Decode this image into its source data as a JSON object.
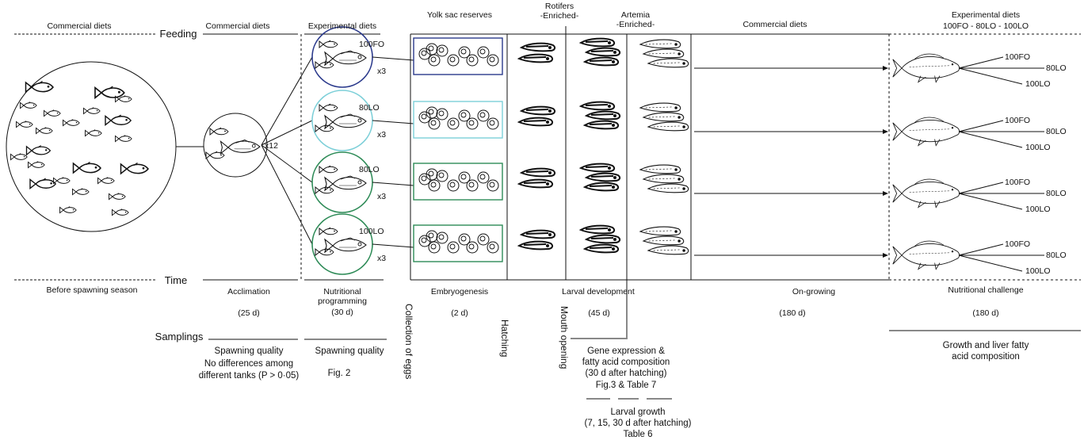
{
  "left": {
    "commercial_diets_1": "Commercial diets",
    "feeding": "Feeding",
    "commercial_diets_2": "Commercial diets",
    "experimental_diets": "Experimental diets",
    "time": "Time",
    "before_spawning": "Before spawning season",
    "acclimation": "Acclimation",
    "acclimation_days": "(25 d)",
    "nutritional_programming": "Nutritional programming",
    "programming_days": "(30 d)",
    "x12": "x12",
    "tank_labels": [
      "100FO",
      "80LO",
      "80LO",
      "100LO"
    ],
    "replicates": [
      "x3",
      "x3",
      "x3",
      "x3"
    ]
  },
  "samplings": {
    "title": "Samplings",
    "spawning_quality_1": "Spawning quality",
    "no_differences_1": "No differences among",
    "no_differences_2": "different tanks (P > 0·05)",
    "spawning_quality_2": "Spawning quality",
    "fig2": "Fig. 2"
  },
  "stages": {
    "yolk_sac": "Yolk sac reserves",
    "rotifers": "Rotifers",
    "rotifers_enriched": "-Enriched-",
    "artemia": "Artemia",
    "artemia_enriched": "-Enriched-",
    "commercial_diets": "Commercial diets",
    "experimental_diets": "Experimental diets",
    "experimental_groups": "100FO - 80LO - 100LO"
  },
  "phases": {
    "embryogenesis": "Embryogenesis",
    "embryo_days": "(2 d)",
    "larval_development": "Larval development",
    "larval_days": "(45 d)",
    "on_growing": "On-growing",
    "ongrowing_days": "(180 d)",
    "nutritional_challenge": "Nutritional challenge",
    "challenge_days": "(180 d)"
  },
  "events": {
    "collection_of_eggs": "Collection of eggs",
    "hatching": "Hatching",
    "mouth_opening": "Mouth opening"
  },
  "outputs": {
    "gene_expression_1": "Gene expression &",
    "gene_expression_2": "fatty acid composition",
    "gene_expression_3": "(30 d after hatching)",
    "gene_expression_4": "Fig.3 & Table 7",
    "larval_growth_1": "Larval growth",
    "larval_growth_2": "(7, 15, 30 d after hatching)",
    "larval_growth_3": "Table 6",
    "growth_liver_1": "Growth and liver fatty",
    "growth_liver_2": "acid composition"
  },
  "challenge_rows": [
    [
      "100FO",
      "80LO",
      "100LO"
    ],
    [
      "100FO",
      "80LO",
      "100LO"
    ],
    [
      "100FO",
      "80LO",
      "100LO"
    ],
    [
      "100FO",
      "80LO",
      "100LO"
    ]
  ],
  "colors": {
    "row1_border": "#2b3a8c",
    "row2_border": "#7ccfd8",
    "row3_border": "#2e8b57",
    "row4_border": "#2e8b57"
  }
}
